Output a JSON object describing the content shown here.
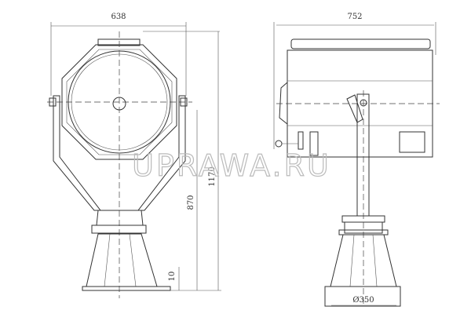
{
  "dimensions": {
    "front_width": "638",
    "side_length": "752",
    "total_height": "1170",
    "yoke_height": "870",
    "base_thickness": "10",
    "base_diameter": "Ø350"
  },
  "watermark": "UPRAWA.RU"
}
